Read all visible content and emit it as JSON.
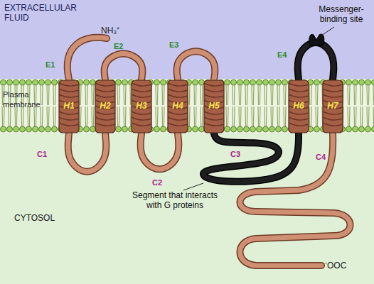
{
  "diagram": {
    "nodes": [
      {
        "text": [
          "H1"
        ]
      },
      {
        "text": [
          "H2"
        ]
      },
      {
        "text": [
          "H3"
        ]
      },
      {
        "text": [
          "H4"
        ]
      },
      {
        "text": [
          "H5"
        ]
      },
      {
        "text": [
          "H6"
        ]
      },
      {
        "text": [
          "H7"
        ]
      }
    ],
    "edges": [
      {
        "from": 0,
        "to": 1,
        "arrow": "none"
      },
      {
        "from": 1,
        "to": 2,
        "arrow": "none"
      },
      {
        "from": 2,
        "to": 3,
        "arrow": "none"
      },
      {
        "from": 3,
        "to": 4,
        "arrow": "none"
      },
      {
        "from": 4,
        "to": 5,
        "arrow": "none"
      },
      {
        "from": 5,
        "to": 6,
        "arrow": "none"
      }
    ],
    "labels": [
      "EXTRACELLULAR FLUID",
      "Messenger-binding site",
      "NH₃⁺",
      "E1",
      "E2",
      "E3",
      "E4",
      "Plasma membrane",
      "C1",
      "C2",
      "C3",
      "C4",
      "CYTOSOL",
      "Segment that interacts with G proteins",
      "⁻OOC"
    ]
  }
}
